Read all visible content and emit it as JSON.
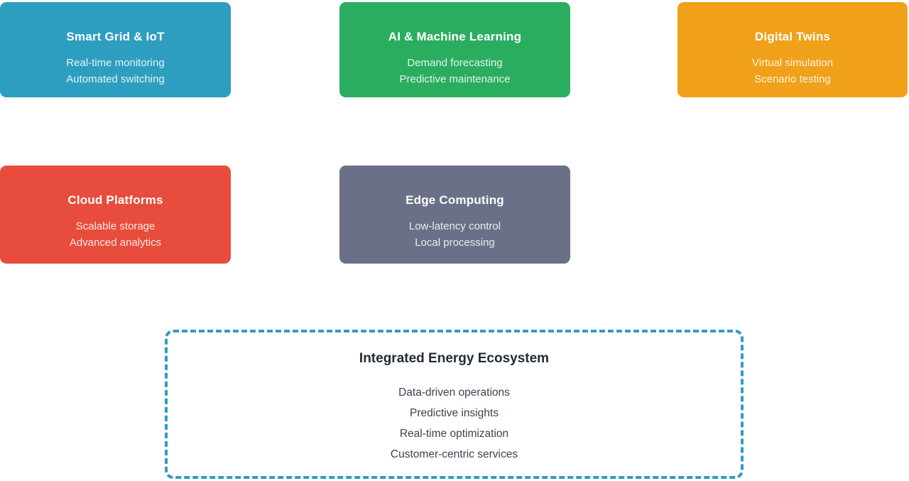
{
  "page": {
    "background_color": "#ffffff"
  },
  "boxes": [
    {
      "title": "Smart Grid & IoT",
      "lines": [
        "Real-time monitoring",
        "Automated switching"
      ],
      "color": "#2e9ec0"
    },
    {
      "title": "AI & Machine Learning",
      "lines": [
        "Demand forecasting",
        "Predictive maintenance"
      ],
      "color": "#2bad60"
    },
    {
      "title": "Digital Twins",
      "lines": [
        "Virtual simulation",
        "Scenario testing"
      ],
      "color": "#f0a119"
    },
    {
      "title": "Cloud Platforms",
      "lines": [
        "Scalable storage",
        "Advanced analytics"
      ],
      "color": "#e74c3c"
    },
    {
      "title": "Edge Computing",
      "lines": [
        "Low-latency control",
        "Local processing"
      ],
      "color": "#6a7087"
    }
  ],
  "ecosystem": {
    "title": "Integrated Energy Ecosystem",
    "lines": [
      "Data-driven operations",
      "Predictive insights",
      "Real-time optimization",
      "Customer-centric services"
    ],
    "border_color": "#2e9ec0",
    "title_color": "#222b38",
    "text_color": "#3a4350"
  }
}
